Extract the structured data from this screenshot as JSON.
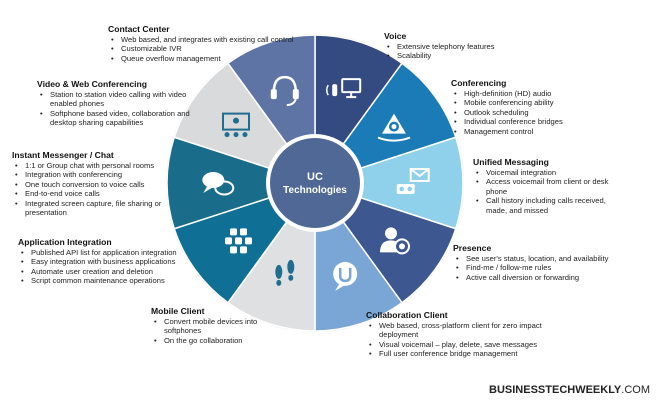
{
  "center": {
    "line1": "UC",
    "line2": "Technologies"
  },
  "colors": {
    "voice": "#344b82",
    "conferencing": "#1a7bb6",
    "messaging": "#8fd0eb",
    "presence": "#3d5790",
    "collaboration": "#7aa6d6",
    "mobile": "#dfe0e2",
    "app_integration": "#0f6f95",
    "im": "#1a6d8a",
    "video": "#d9dadc",
    "contact": "#5d74a5"
  },
  "segments": [
    {
      "key": "voice",
      "icon": "desk-phone-monitor"
    },
    {
      "key": "conferencing",
      "icon": "conference-phone"
    },
    {
      "key": "messaging",
      "icon": "envelope-voicemail"
    },
    {
      "key": "presence",
      "icon": "user-status"
    },
    {
      "key": "collaboration",
      "icon": "u-chat-bubble"
    },
    {
      "key": "mobile",
      "icon": "footprints"
    },
    {
      "key": "app_integration",
      "icon": "app-grid"
    },
    {
      "key": "im",
      "icon": "chat-bubbles"
    },
    {
      "key": "video",
      "icon": "video-presentation"
    },
    {
      "key": "contact",
      "icon": "headset"
    }
  ],
  "blocks": {
    "contact_center": {
      "title": "Contact Center",
      "items": [
        "Web based, and integrates with existing call control",
        "Customizable IVR",
        "Queue overflow management"
      ]
    },
    "voice": {
      "title": "Voice",
      "items": [
        "Extensive telephony features",
        "Scalability"
      ]
    },
    "video": {
      "title": "Video & Web Conferencing",
      "items": [
        "Station to station video calling with video enabled phones",
        "Softphone based video, collaboration and desktop sharing capabilities"
      ]
    },
    "conferencing": {
      "title": "Conferencing",
      "items": [
        "High-definition (HD) audio",
        "Mobile conferencing ability",
        "Outlook scheduling",
        "Individual conference bridges",
        "Management control"
      ]
    },
    "im": {
      "title": "Instant Messenger / Chat",
      "items": [
        "1:1 or Group chat with personal rooms",
        "Integration with conferencing",
        "One touch conversion to voice calls",
        "End-to-end voice calls",
        "Integrated screen capture, file sharing or presentation"
      ]
    },
    "unified_messaging": {
      "title": "Unified Messaging",
      "items": [
        "Voicemail integration",
        "Access voicemail from client or desk phone",
        "Call history including calls received, made, and missed"
      ]
    },
    "app_integration": {
      "title": "Application Integration",
      "items": [
        "Published API list for application integration",
        "Easy integration with business applications",
        "Automate user creation and deletion",
        "Script common maintenance operations"
      ]
    },
    "presence": {
      "title": "Presence",
      "items": [
        "See user's status, location, and availability",
        "Find-me / follow-me rules",
        "Active call diversion or forwarding"
      ]
    },
    "mobile": {
      "title": "Mobile Client",
      "items": [
        "Convert mobile devices into softphones",
        "On the go collaboration"
      ]
    },
    "collaboration": {
      "title": "Collaboration Client",
      "items": [
        "Web based, cross-platform client for zero impact deployment",
        "Visual voicemail – play, delete, save messages",
        "Full user conference bridge management"
      ]
    }
  },
  "footer": {
    "brand": "BUSINESSTECHWEEKLY",
    "domain": ".COM"
  }
}
